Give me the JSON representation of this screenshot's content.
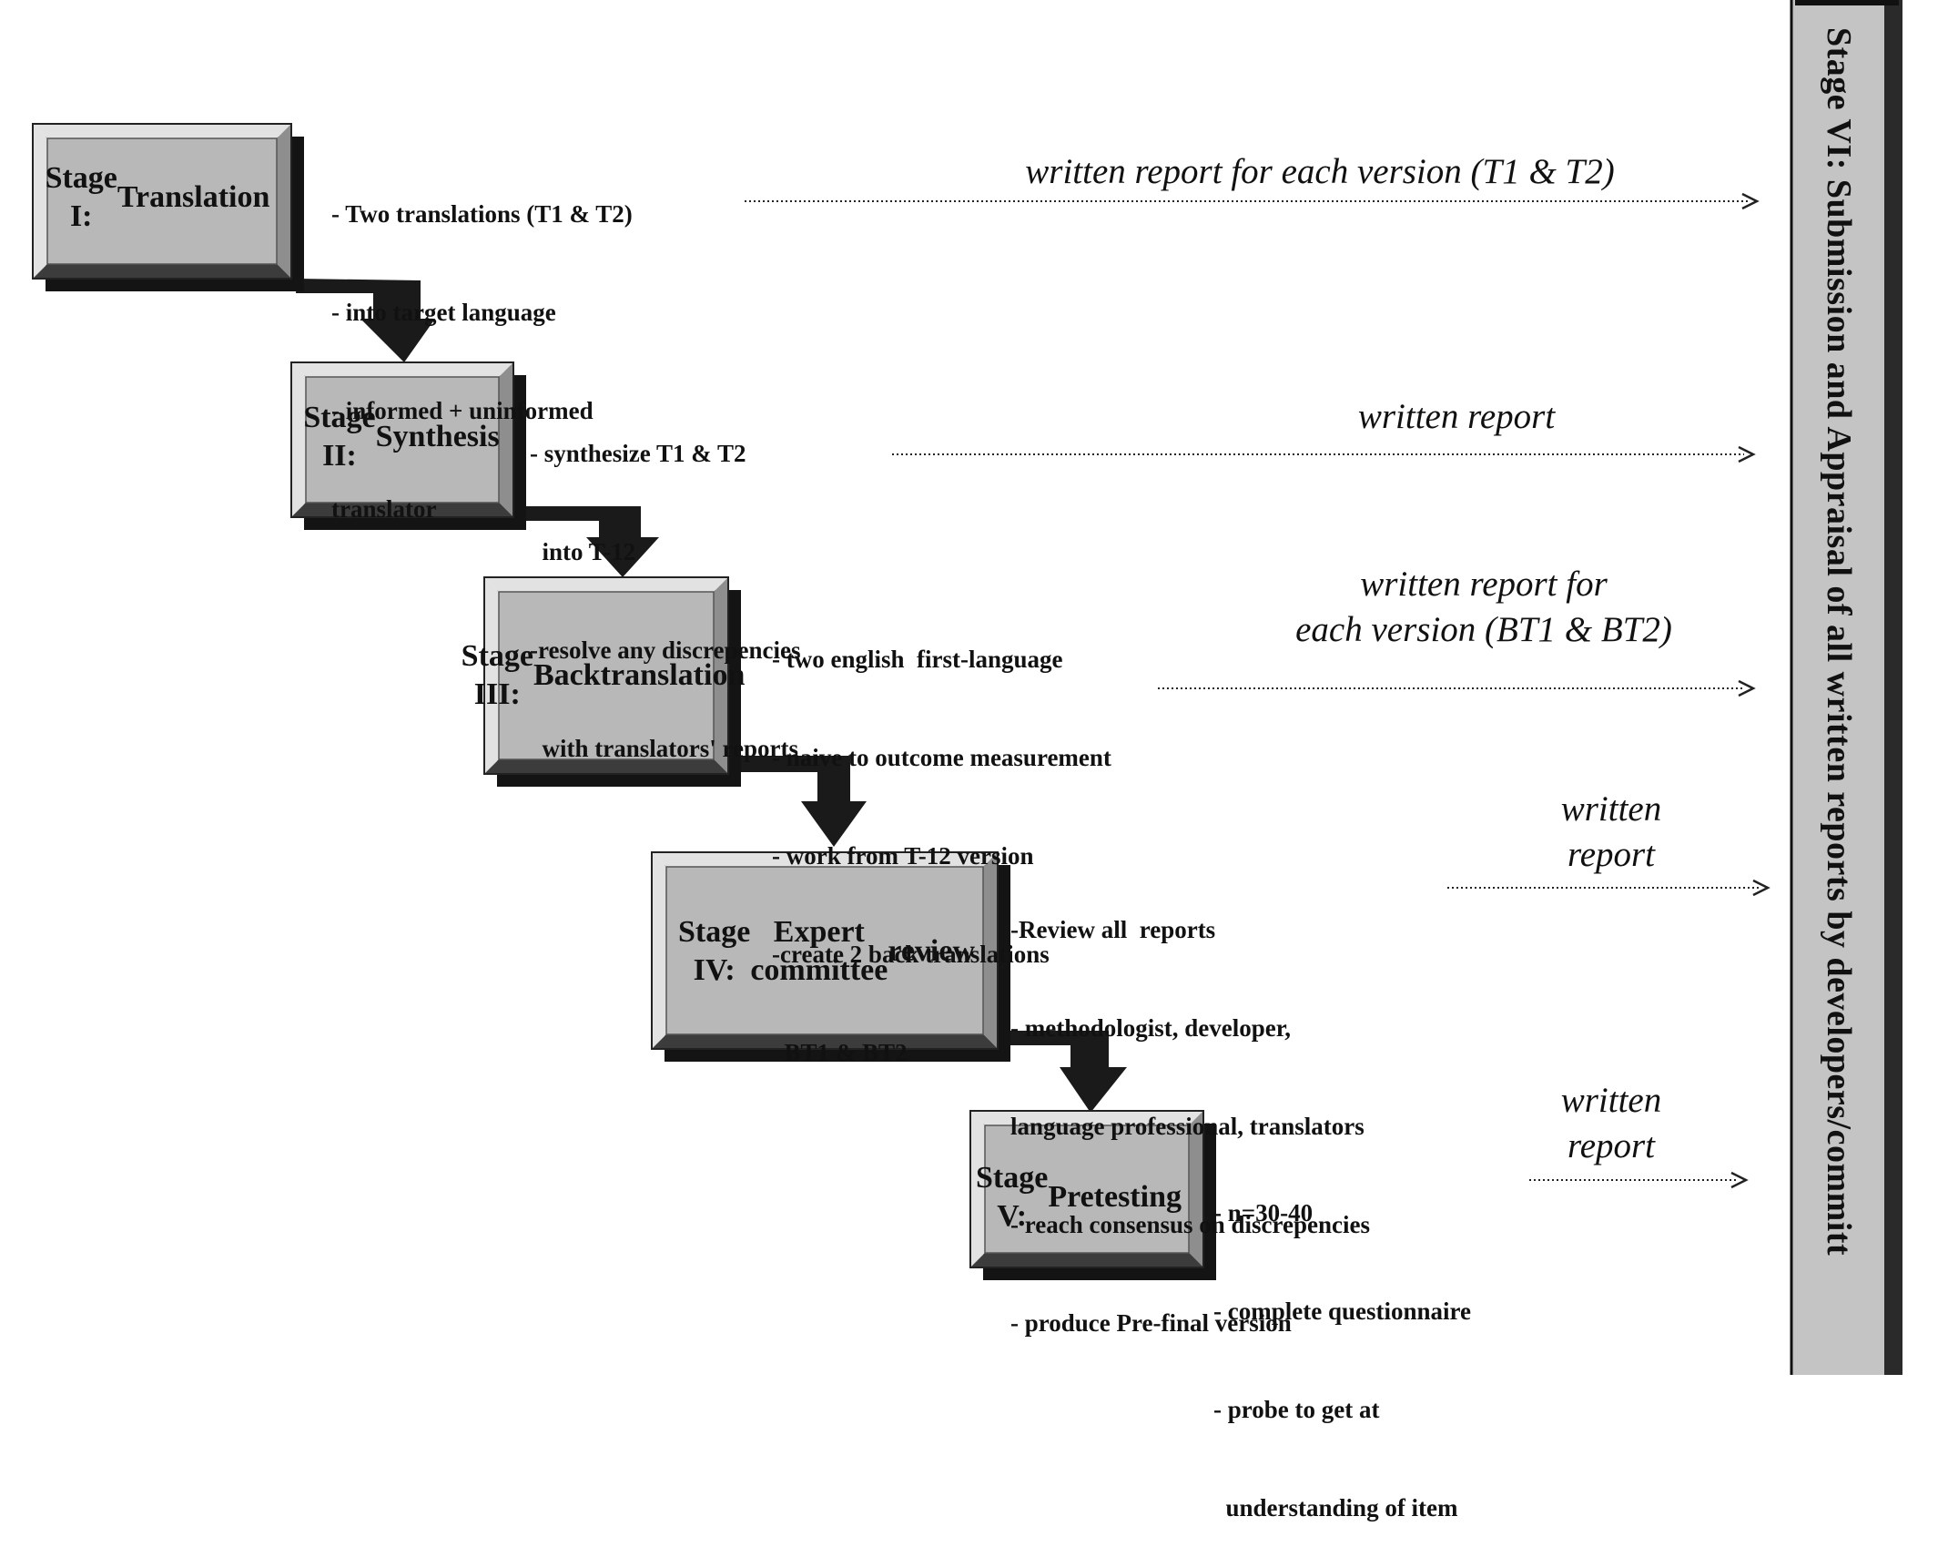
{
  "stages": [
    {
      "title_lines": [
        "Stage I:",
        "Translation"
      ],
      "bullets": [
        "- Two translations (T1 & T2)",
        "- into target language",
        "- informed + uninformed",
        "translator"
      ],
      "report_lines": [
        "written report for each version (T1 & T2)"
      ]
    },
    {
      "title_lines": [
        "Stage II:",
        "Synthesis"
      ],
      "bullets": [
        "- synthesize T1 & T2",
        "  into T-12",
        "-resolve any discrepencies",
        "  with translators' reports"
      ],
      "report_lines": [
        "written report"
      ]
    },
    {
      "title_lines": [
        "Stage III:",
        "Back",
        "translation"
      ],
      "bullets": [
        "- two english  first-language",
        "- naive to outcome measurement",
        "- work from T-12 version",
        "-create 2 back translations",
        "  BT1 & BT2"
      ],
      "report_lines": [
        "written report for",
        "each version (BT1 & BT2)"
      ]
    },
    {
      "title_lines": [
        "Stage IV:",
        "Expert committee",
        "review"
      ],
      "bullets": [
        "-Review all  reports",
        "- methodologist, developer,",
        "language professional, translators",
        "- reach consensus on discrepencies",
        "- produce Pre-final version"
      ],
      "report_lines": [
        "written",
        "report"
      ]
    },
    {
      "title_lines": [
        "Stage V:",
        "Pretesting"
      ],
      "bullets": [
        "- n=30-40",
        "- complete questionnaire",
        "- probe to get at",
        "  understanding of item"
      ],
      "report_lines": [
        "written",
        "report"
      ]
    }
  ],
  "final_stage": {
    "title": "Stage VI:  Submission and Appraisal of all written reports by  developers/committ"
  },
  "colors": {
    "box_face": "#b8b8b8",
    "bevel_light": "#e2e2e2",
    "bevel_dark": "#3c3c3c",
    "bevel_side": "#8e8e8e",
    "shadow": "#141414",
    "connector": "#1a1a1a",
    "panel_fill": "#c4c4c4",
    "panel_edge": "#111111",
    "text": "#111111"
  }
}
